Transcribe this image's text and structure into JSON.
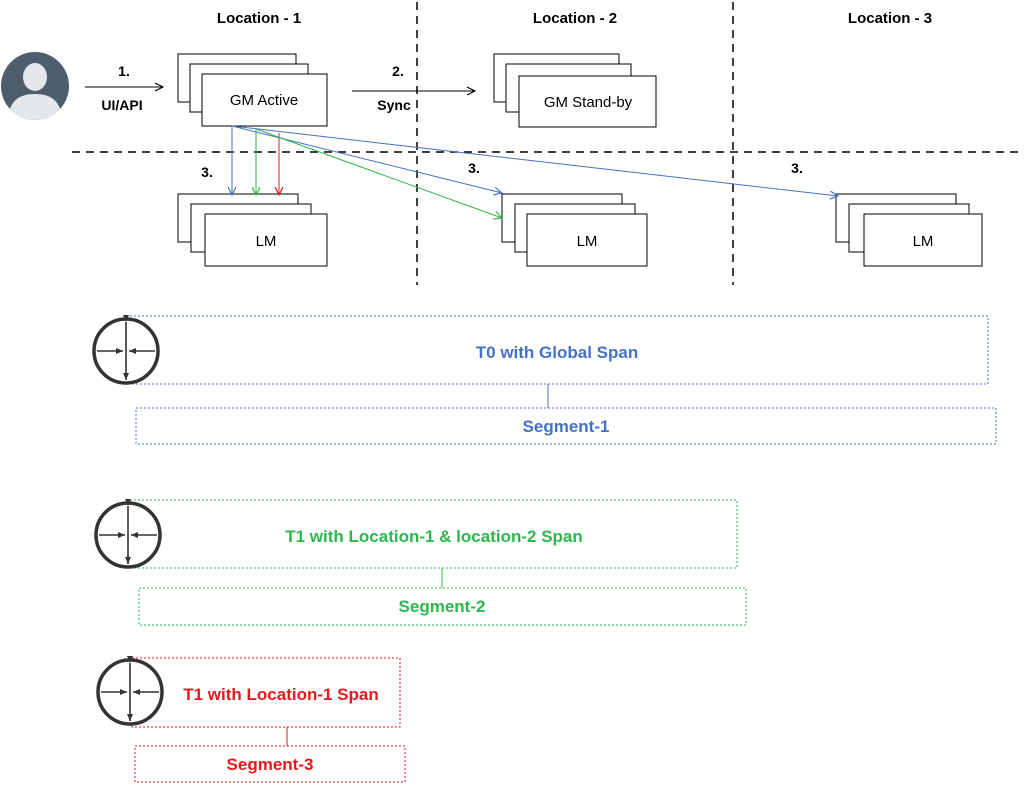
{
  "colors": {
    "blue": "#4472C4",
    "green": "#2DB84D",
    "red": "#E8191C",
    "black": "#000000",
    "avatar_bg": "#4E5D6C",
    "avatar_fg": "#E4E8EC",
    "router_stroke": "#333333"
  },
  "locations": [
    {
      "title": "Location - 1"
    },
    {
      "title": "Location - 2"
    },
    {
      "title": "Location - 3"
    }
  ],
  "user": {
    "icon": "user-avatar-icon"
  },
  "steps": {
    "step1_number": "1.",
    "step1_label": "UI/API",
    "step2_number": "2.",
    "step2_label": "Sync",
    "step3_number": "3."
  },
  "global_managers": {
    "active": "GM Active",
    "standby": "GM Stand-by"
  },
  "local_managers": [
    {
      "label": "LM"
    },
    {
      "label": "LM"
    },
    {
      "label": "LM"
    }
  ],
  "gateways": [
    {
      "icon": "router-icon",
      "title": "T0 with Global Span",
      "segment": "Segment-1",
      "color": "#4472C4"
    },
    {
      "icon": "router-icon",
      "title": "T1 with Location-1 & location-2 Span",
      "segment": "Segment-2",
      "color": "#2DB84D"
    },
    {
      "icon": "router-icon",
      "title": "T1 with Location-1 Span",
      "segment": "Segment-3",
      "color": "#E8191C"
    }
  ]
}
